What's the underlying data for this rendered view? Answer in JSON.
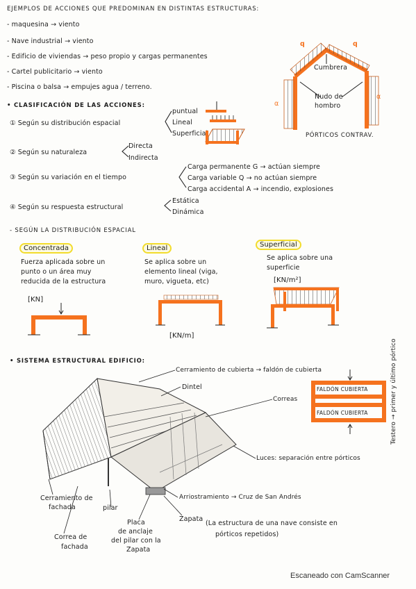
{
  "heading": "EJEMPLOS DE ACCIONES QUE PREDOMINAN EN DISTINTAS ESTRUCTURAS:",
  "examples": [
    "- maquesina → viento",
    "- Nave industrial → viento",
    "- Edificio de viviendas → peso propio y cargas permanentes",
    "- Cartel publicitario → viento",
    "- Piscina o balsa → empujes agua / terreno."
  ],
  "portico": {
    "cumbrera": "Cumbrera",
    "nudo": "Nudo de",
    "hombro": "hombro",
    "caption": "PÓRTICOS CONTRAV.",
    "q_left": "q",
    "q_right": "q",
    "x_left": "α",
    "x_right": "α"
  },
  "clasificacion": {
    "title": "• CLASIFICACIÓN DE LAS ACCIONES:",
    "items": [
      {
        "label": "① Según su distribución espacial",
        "options": [
          "puntual",
          "Lineal",
          "Superficial"
        ]
      },
      {
        "label": "② Según su naturaleza",
        "options": [
          "Directa",
          "Indirecta"
        ]
      },
      {
        "label": "③ Según su variación en el tiempo",
        "options": [
          "Carga permanente G → actúan siempre",
          "Carga variable Q → no actúan siempre",
          "Carga accidental A → incendio, explosiones"
        ]
      },
      {
        "label": "④ Según su respuesta estructural",
        "options": [
          "Estática",
          "Dinámica"
        ]
      }
    ]
  },
  "distribucion": {
    "title": "- SEGÚN LA DISTRIBUCIÓN ESPACIAL",
    "concentrada": {
      "title": "Concentrada",
      "desc": [
        "Fuerza aplicada sobre un",
        "punto o un área muy",
        "reducida de la estructura"
      ],
      "unit": "[KN]"
    },
    "lineal": {
      "title": "Lineal",
      "desc": [
        "Se aplica sobre un",
        "elemento lineal (viga,",
        "muro, vigueta, etc)"
      ],
      "unit": "[KN/m]"
    },
    "superficial": {
      "title": "Superficial",
      "desc": [
        "Se aplica sobre una",
        "superficie"
      ],
      "unit": "[KN/m²]"
    }
  },
  "sistema": {
    "title": "• SISTEMA ESTRUCTURAL EDIFICIO:",
    "labels": {
      "cerramiento": "Cerramiento de cubierta → faldón de cubierta",
      "dintel": "Dintel",
      "correas": "Correas",
      "luces": "Luces: separación entre pórticos",
      "arriostramiento": "Arriostramiento → Cruz de San Andrés",
      "zapata": "Zapata",
      "placa1": "Placa",
      "placa2": "de anclaje",
      "placa3": "del pilar con la",
      "placa4": "Zapata",
      "pilar": "pilar",
      "cerramiento_f1": "Cerramiento de",
      "cerramiento_f2": "fachada",
      "correa_f1": "Correa de",
      "correa_f2": "fachada"
    },
    "falden1": "FALDÓN CUBIERTA",
    "falden2": "FALDÓN CUBIERTA",
    "side": "Testero → primer y último pórtico",
    "note1": "(La estructura de una nave consiste en",
    "note2": "pórticos repetidos)"
  },
  "footer": "Escaneado con CamScanner",
  "colors": {
    "orange": "#f5721e",
    "ink": "#1d1d1d",
    "highlight": "#f2dc2c"
  }
}
